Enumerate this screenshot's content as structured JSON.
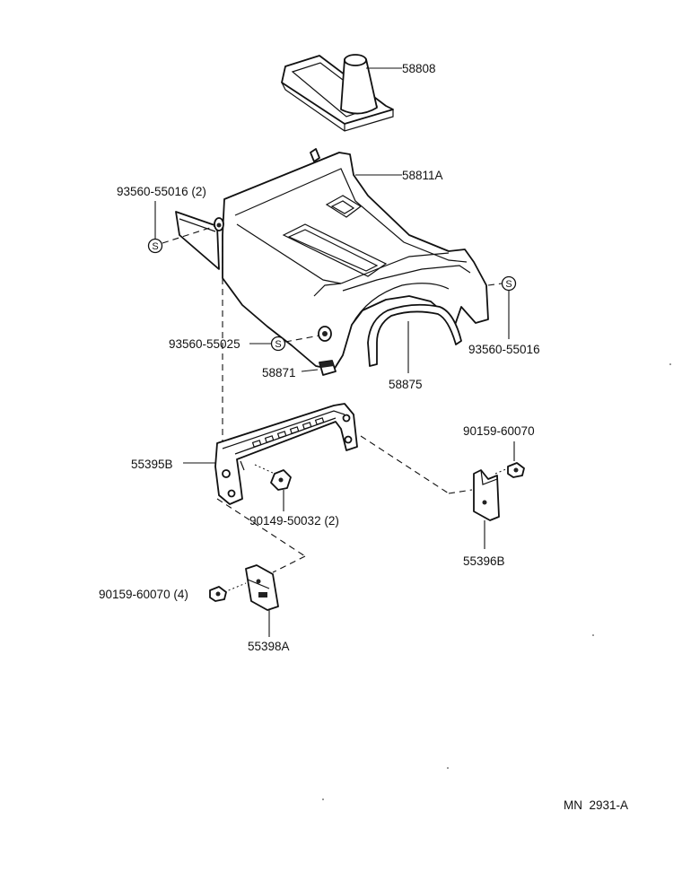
{
  "diagram_id": "MN  2931-A",
  "screw_symbol": "S",
  "parts": {
    "p58808": "58808",
    "p58811A": "58811A",
    "p93560_55016_2": "93560-55016 (2)",
    "p93560_55025": "93560-55025",
    "p93560_55016": "93560-55016",
    "p58871": "58871",
    "p58875": "58875",
    "p55395B": "55395B",
    "p90149_50032_2": "90149-50032 (2)",
    "p90159_60070": "90159-60070",
    "p55396B": "55396B",
    "p90159_60070_4": "90159-60070 (4)",
    "p55398A": "55398A"
  }
}
